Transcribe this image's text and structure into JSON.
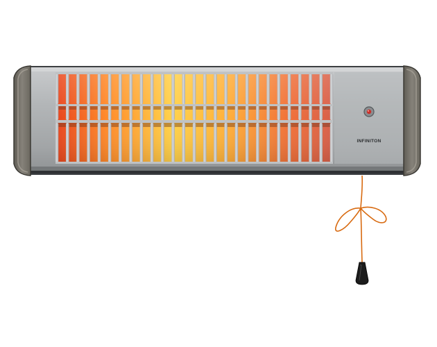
{
  "product": {
    "brand": "INFINITON",
    "type": "quartz-heater-icon"
  },
  "colors": {
    "background": "#ffffff",
    "body": "#a9acae",
    "end_cap": "#7c786c",
    "frame_edge": "#3c3f42",
    "glow_hot": "#ffd24a",
    "glow_mid": "#ff9a2a",
    "glow_edge": "#e8451e",
    "cord": "#d86a10",
    "pull_handle": "#1c1c1c"
  },
  "grille": {
    "slots_per_row": 26,
    "rows": 3
  }
}
